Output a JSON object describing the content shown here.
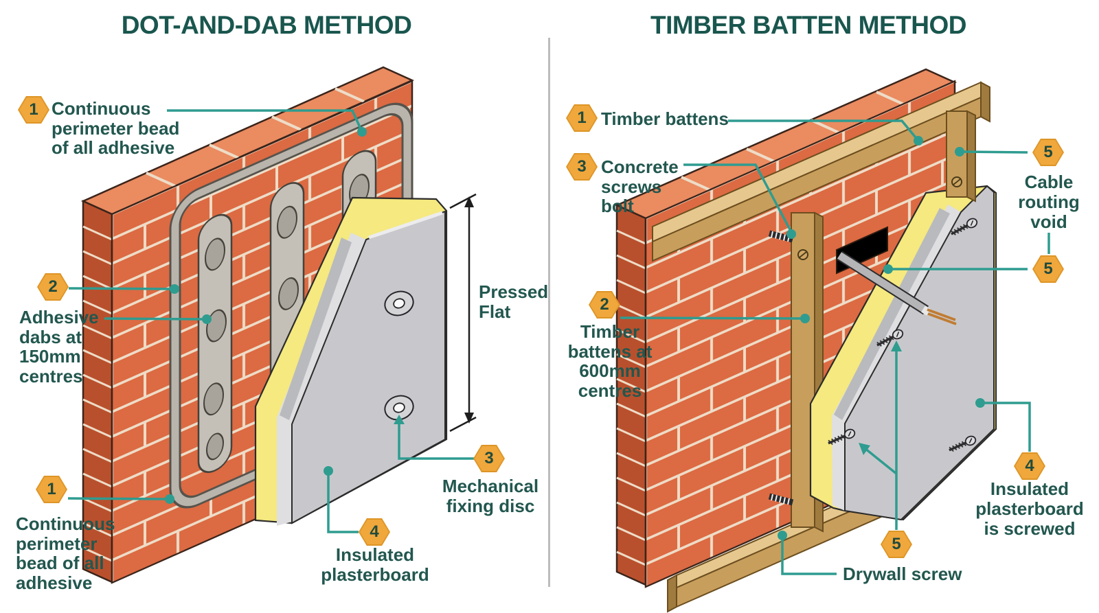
{
  "left": {
    "title": "DOT-AND-DAB METHOD",
    "labels": [
      {
        "badge": "1",
        "lines": [
          "Continuous",
          "perimeter bead",
          "of all adhesive"
        ]
      },
      {
        "badge": "2",
        "lines": [
          "Adhesive",
          "dabs at",
          "150mm",
          "centres"
        ]
      },
      {
        "badge": "1",
        "lines": [
          "Continuous",
          "perimeter",
          "bead of all",
          "adhesive"
        ]
      },
      {
        "badge": "3",
        "lines": [
          "Mechanical",
          "fixing disc"
        ]
      },
      {
        "badge": "4",
        "lines": [
          "Insulated",
          "plasterboard"
        ]
      },
      {
        "lines": [
          "Pressed",
          "Flat"
        ]
      }
    ]
  },
  "right": {
    "title": "TIMBER BATTEN METHOD",
    "labels": [
      {
        "badge": "1",
        "lines": [
          "Timber battens"
        ]
      },
      {
        "badge": "3",
        "lines": [
          "Concrete",
          "screws",
          "bolt"
        ]
      },
      {
        "badge": "2",
        "lines": [
          "Timber",
          "battens at",
          "600mm",
          "centres"
        ]
      },
      {
        "badge": "5",
        "badge_below": "5",
        "lines": [
          "Cable",
          "routing",
          "void"
        ]
      },
      {
        "badge": "4",
        "lines": [
          "Insulated",
          "plasterboard",
          "is screwed"
        ]
      },
      {
        "badge": "5",
        "lines": [
          "Drywall screw"
        ]
      }
    ]
  },
  "colors": {
    "accent_teal": "#2f9c90",
    "heading_teal": "#19564e",
    "label_teal": "#22574f",
    "badge_orange": "#f0a73c",
    "badge_number": "#214b3c",
    "brick_orange": "#dc6a42",
    "mortar_cream": "#eedcc7",
    "insulation_yellow": "#f5e97f",
    "plasterboard_grey": "#c8c8cc",
    "timber_tan": "#c89e5c",
    "adhesive_grey": "#b9b5ac",
    "dimension_black": "#1e1e1e"
  }
}
